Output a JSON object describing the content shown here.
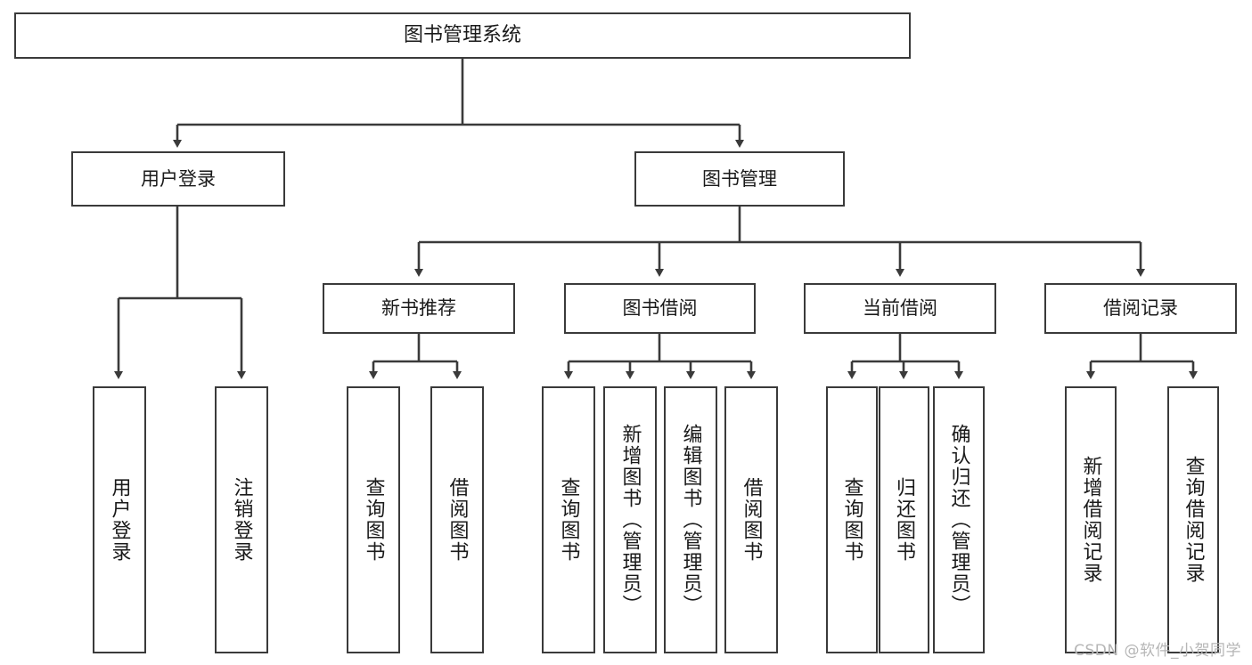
{
  "diagram": {
    "title": "图书管理系统",
    "type": "tree-hierarchy",
    "watermark": "CSDN @软件_小贺同学",
    "colors": {
      "node_border": "#3a3a3a",
      "node_fill": "#ffffff",
      "edge": "#3a3a3a",
      "text": "#1a1a1a",
      "watermark": "#b6b6b6",
      "background": "#ffffff"
    },
    "nodes": {
      "root": {
        "label": "图书管理系统"
      },
      "level2": [
        {
          "id": "user-login",
          "label": "用户登录"
        },
        {
          "id": "book-management",
          "label": "图书管理"
        }
      ],
      "level3": [
        {
          "id": "new-book-recommend",
          "label": "新书推荐"
        },
        {
          "id": "book-borrow",
          "label": "图书借阅"
        },
        {
          "id": "current-borrow",
          "label": "当前借阅"
        },
        {
          "id": "borrow-record",
          "label": "借阅记录"
        }
      ],
      "leaves": {
        "user-login": [
          {
            "id": "leaf-user-login",
            "label": "用户登录"
          },
          {
            "id": "leaf-logout-login",
            "label": "注销登录"
          }
        ],
        "new-book-recommend": [
          {
            "id": "leaf-query-book-1",
            "label": "查询图书"
          },
          {
            "id": "leaf-borrow-book-1",
            "label": "借阅图书"
          }
        ],
        "book-borrow": [
          {
            "id": "leaf-query-book-2",
            "label": "查询图书"
          },
          {
            "id": "leaf-add-book",
            "label": "新增图书（管理员）"
          },
          {
            "id": "leaf-edit-book",
            "label": "编辑图书（管理员）"
          },
          {
            "id": "leaf-borrow-book-2",
            "label": "借阅图书"
          }
        ],
        "current-borrow": [
          {
            "id": "leaf-query-book-3",
            "label": "查询图书"
          },
          {
            "id": "leaf-return-book",
            "label": "归还图书"
          },
          {
            "id": "leaf-confirm-return",
            "label": "确认归还（管理员）"
          }
        ],
        "borrow-record": [
          {
            "id": "leaf-add-record",
            "label": "新增借阅记录"
          },
          {
            "id": "leaf-query-record",
            "label": "查询借阅记录"
          }
        ]
      }
    }
  }
}
